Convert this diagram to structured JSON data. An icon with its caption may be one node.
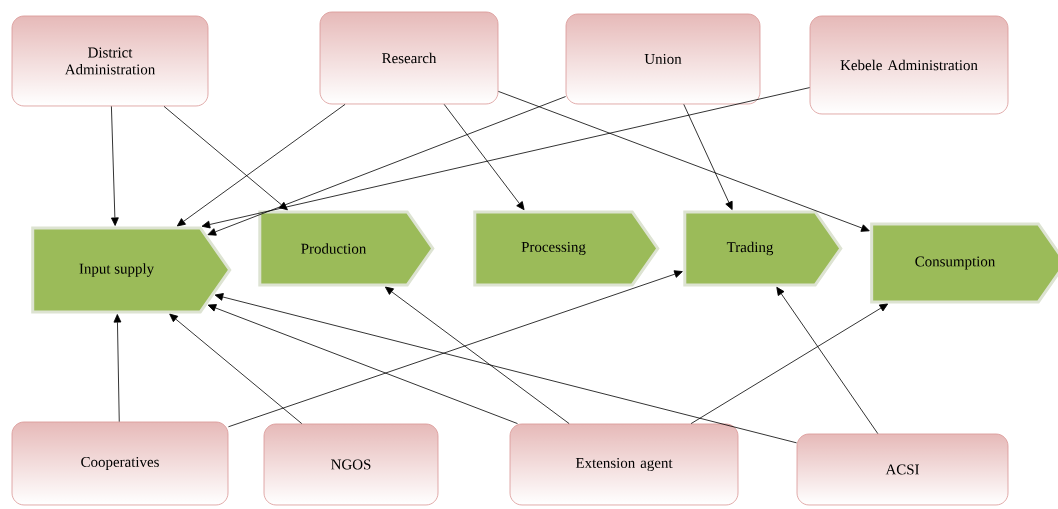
{
  "diagram": {
    "nodes": [
      {
        "text": [
          "District Administration"
        ]
      },
      {
        "text": [
          "Research"
        ]
      },
      {
        "text": [
          "Union"
        ]
      },
      {
        "text": [
          "Kebele Administration"
        ]
      },
      {
        "text": [
          "Input supply"
        ]
      },
      {
        "text": [
          "Production"
        ]
      },
      {
        "text": [
          "Processing"
        ]
      },
      {
        "text": [
          "Trading"
        ]
      },
      {
        "text": [
          "Consumption"
        ]
      },
      {
        "text": [
          "Cooperatives"
        ]
      },
      {
        "text": [
          "NGOS"
        ]
      },
      {
        "text": [
          "Extension agent"
        ]
      },
      {
        "text": [
          "ACSI"
        ]
      }
    ],
    "edges": [
      {
        "from": 0,
        "to": 4,
        "arrow": "to"
      },
      {
        "from": 0,
        "to": 5,
        "arrow": "to"
      },
      {
        "from": 1,
        "to": 4,
        "arrow": "to"
      },
      {
        "from": 1,
        "to": 6,
        "arrow": "to"
      },
      {
        "from": 1,
        "to": 8,
        "arrow": "to"
      },
      {
        "from": 2,
        "to": 4,
        "arrow": "to"
      },
      {
        "from": 2,
        "to": 7,
        "arrow": "to"
      },
      {
        "from": 3,
        "to": 4,
        "arrow": "to"
      },
      {
        "from": 9,
        "to": 4,
        "arrow": "to"
      },
      {
        "from": 9,
        "to": 7,
        "arrow": "to"
      },
      {
        "from": 10,
        "to": 4,
        "arrow": "to"
      },
      {
        "from": 11,
        "to": 4,
        "arrow": "to"
      },
      {
        "from": 11,
        "to": 5,
        "arrow": "to"
      },
      {
        "from": 11,
        "to": 8,
        "arrow": "to"
      },
      {
        "from": 12,
        "to": 4,
        "arrow": "to"
      },
      {
        "from": 12,
        "to": 7,
        "arrow": "to"
      }
    ]
  }
}
